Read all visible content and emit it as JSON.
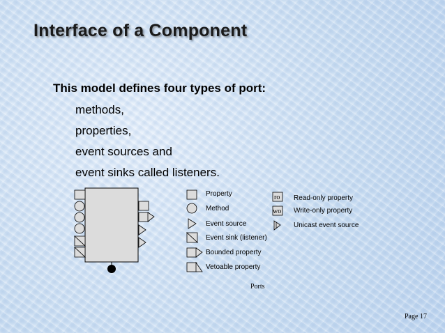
{
  "slide": {
    "title": "Interface of a Component",
    "lead": "This model defines four types of port:",
    "items": [
      "methods,",
      "properties,",
      "event sources and",
      "event sinks called listeners."
    ],
    "page_number": "Page 17"
  },
  "diagram": {
    "caption": "Ports",
    "legend": {
      "property": "Property",
      "method": "Method",
      "event_source": "Event source",
      "event_sink": "Event sink (listener)",
      "bounded_property": "Bounded property",
      "vetoable_property": "Vetoable property",
      "read_only_tag": "ro",
      "read_only": "Read-only property",
      "write_only_tag": "wo",
      "write_only": "Write-only property",
      "unicast_event_source": "Unicast event source"
    }
  }
}
